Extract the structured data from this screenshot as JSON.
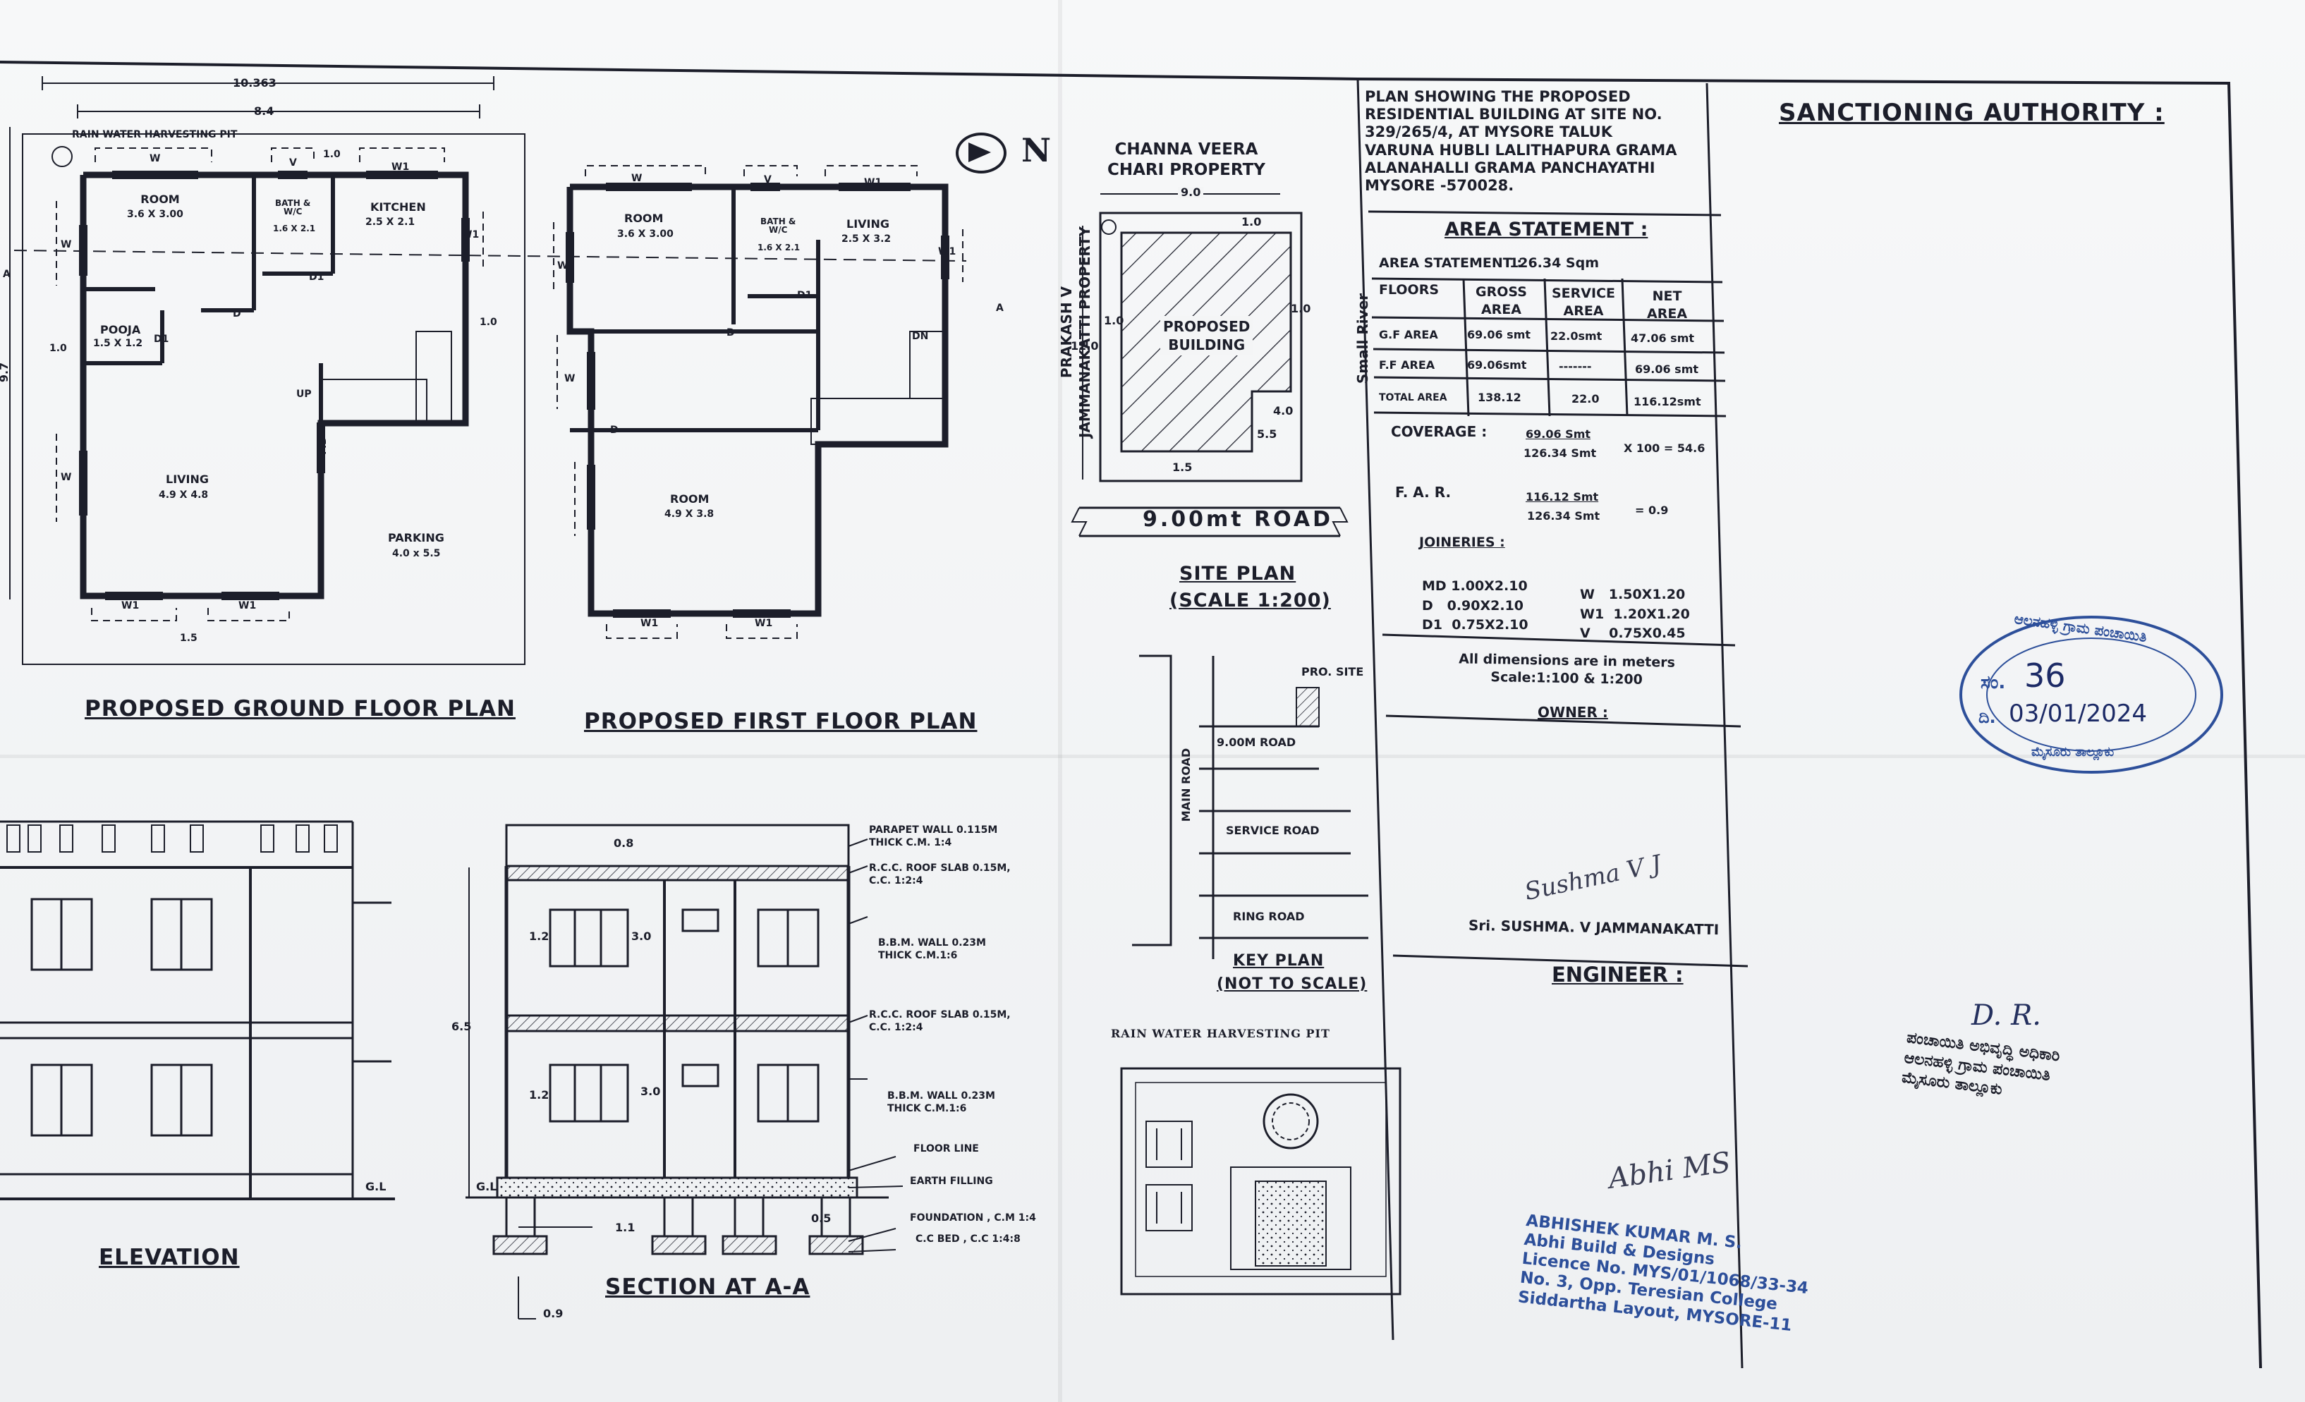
{
  "colors": {
    "ink": "#1c1e2a",
    "paper": "#f3f4f5",
    "stamp": "#2d4f9a"
  },
  "ground_floor": {
    "title": "PROPOSED GROUND FLOOR PLAN",
    "dim_total": "10.363",
    "dim_inner": "8.4",
    "dim_height": "9.7",
    "dim_a": "1.0",
    "dim_b": "1.0",
    "dim_c": "1.0",
    "dim_d": "1.5",
    "rwh_label": "RAIN WATER HARVESTING PIT",
    "rooms": [
      {
        "name": "ROOM",
        "size": "3.6 X 3.00"
      },
      {
        "name": "BATH &\nW/C",
        "size": "1.6 X 2.1"
      },
      {
        "name": "KITCHEN",
        "size": "2.5 X 2.1"
      },
      {
        "name": "POOJA",
        "size": "1.5 X 1.2"
      },
      {
        "name": "LIVING",
        "size": "4.9 X 4.8"
      },
      {
        "name": "PARKING",
        "size": "4.0 x 5.5"
      }
    ],
    "openings": [
      "W",
      "V",
      "W1",
      "W1",
      "W",
      "D",
      "D1",
      "D1",
      "UP",
      "MD",
      "W",
      "W1",
      "W1"
    ],
    "section_mark": "A"
  },
  "first_floor": {
    "title": "PROPOSED FIRST FLOOR PLAN",
    "rooms": [
      {
        "name": "ROOM",
        "size": "3.6 X 3.00"
      },
      {
        "name": "BATH &\nW/C",
        "size": "1.6 X 2.1"
      },
      {
        "name": "LIVING",
        "size": "2.5 X 3.2"
      },
      {
        "name": "ROOM",
        "size": "4.9 X 3.8"
      }
    ],
    "openings": [
      "W",
      "V",
      "W1",
      "W1",
      "W",
      "W",
      "D",
      "D1",
      "DN",
      "D",
      "W1",
      "W1"
    ],
    "section_mark": "A"
  },
  "north": "N",
  "site_plan": {
    "title": "SITE PLAN",
    "scale": "(SCALE 1:200)",
    "top_neighbour": "CHANNA VEERA\nCHARI PROPERTY",
    "left_neighbour": "PRAKASH V\nJAMMANAKATTI PROPERTY",
    "right_neighbour": "Small River",
    "building": "PROPOSED\nBUILDING",
    "road": "9.00mt ROAD",
    "dims": [
      "9.0",
      "1.0",
      "1.0",
      "1.0",
      "12.0",
      "4.0",
      "5.5",
      "1.5"
    ]
  },
  "key_plan": {
    "title": "KEY PLAN",
    "subtitle": "(NOT TO SCALE)",
    "pro_site": "PRO. SITE",
    "roads": [
      "9.00M ROAD",
      "SERVICE ROAD",
      "RING ROAD",
      "MAIN ROAD"
    ]
  },
  "rwh": {
    "title": "RAIN WATER HARVESTING PIT"
  },
  "elevation": {
    "title": "ELEVATION",
    "gl": "G.L"
  },
  "section": {
    "title": "SECTION AT A-A",
    "dims": [
      "0.8",
      "3.0",
      "3.0",
      "1.2",
      "1.2",
      "6.5",
      "1.1",
      "0.5",
      "0.9"
    ],
    "gl": "G.L",
    "notes": [
      "PARAPET WALL 0.115M\nTHICK C.M. 1:4",
      "R.C.C. ROOF SLAB 0.15M,\nC.C. 1:2:4",
      "B.B.M. WALL 0.23M\nTHICK C.M.1:6",
      "R.C.C. ROOF SLAB 0.15M,\nC.C. 1:2:4",
      "B.B.M. WALL 0.23M\nTHICK C.M.1:6",
      "FLOOR LINE",
      "EARTH FILLING",
      "FOUNDATION , C.M 1:4",
      "C.C BED , C.C 1:4:8"
    ]
  },
  "title_block": {
    "description": "PLAN SHOWING THE PROPOSED\nRESIDENTIAL BUILDING AT SITE NO.\n329/265/4, AT MYSORE TALUK\nVARUNA HUBLI LALITHAPURA GRAMA\nALANAHALLI GRAMA PANCHAYATHI\nMYSORE -570028.",
    "area_heading": "AREA STATEMENT :",
    "area_line_label": "AREA STATEMENT :",
    "area_line_value": "126.34 Sqm",
    "table_headers": [
      "FLOORS",
      "GROSS\nAREA",
      "SERVICE\nAREA",
      "NET\nAREA"
    ],
    "table_rows": [
      [
        "G.F AREA",
        "69.06 smt",
        "22.0smt",
        "47.06 smt"
      ],
      [
        "F.F AREA",
        "69.06smt",
        "-------",
        "69.06 smt"
      ],
      [
        "TOTAL AREA",
        "138.12",
        "22.0",
        "116.12smt"
      ]
    ],
    "coverage_label": "COVERAGE :",
    "coverage_num": "69.06 Smt",
    "coverage_den": "126.34 Smt",
    "coverage_result": "X 100 = 54.6",
    "far_label": "F. A. R.",
    "far_num": "116.12 Smt",
    "far_den": "126.34 Smt",
    "far_result": "= 0.9",
    "joineries_heading": "JOINERIES :",
    "joineries_left": "MD 1.00X2.10\nD   0.90X2.10\nD1  0.75X2.10",
    "joineries_right": "W   1.50X1.20\nW1  1.20X1.20\nV    0.75X0.45",
    "note": "All dimensions are in meters\nScale:1:100 & 1:200",
    "owner_heading": "OWNER :",
    "owner_signature": "Sushma V J",
    "owner_name": "Sri. SUSHMA. V  JAMMANAKATTI",
    "engineer_heading": "ENGINEER :",
    "engineer_signature": "Abhi MS",
    "engineer_stamp": "ABHISHEK KUMAR M. S.\nAbhi Build & Designs\nLicence No. MYS/01/1068/33-34\nNo. 3, Opp. Teresian College\nSiddartha Layout, MYSORE-11"
  },
  "authority": {
    "heading": "SANCTIONING AUTHORITY :",
    "seal_top": "ಆಲನಹಳ್ಳಿ ಗ್ರಾಮ ಪಂಚಾಯಿತಿ",
    "seal_no": "36",
    "seal_no_prefix": "ಸಂ.",
    "seal_date_prefix": "ದಿ.",
    "seal_date": "03/01/2024",
    "seal_bottom": "ಮೈಸೂರು ತಾಲ್ಲೂಕು",
    "pdo_signature": "D. R.",
    "pdo_stamp": "ಪಂಚಾಯಿತಿ ಅಭಿವೃದ್ಧಿ ಅಧಿಕಾರಿ\nಆಲನಹಳ್ಳಿ ಗ್ರಾಮ ಪಂಚಾಯಿತಿ\nಮೈಸೂರು ತಾಲ್ಲೂಕು"
  }
}
